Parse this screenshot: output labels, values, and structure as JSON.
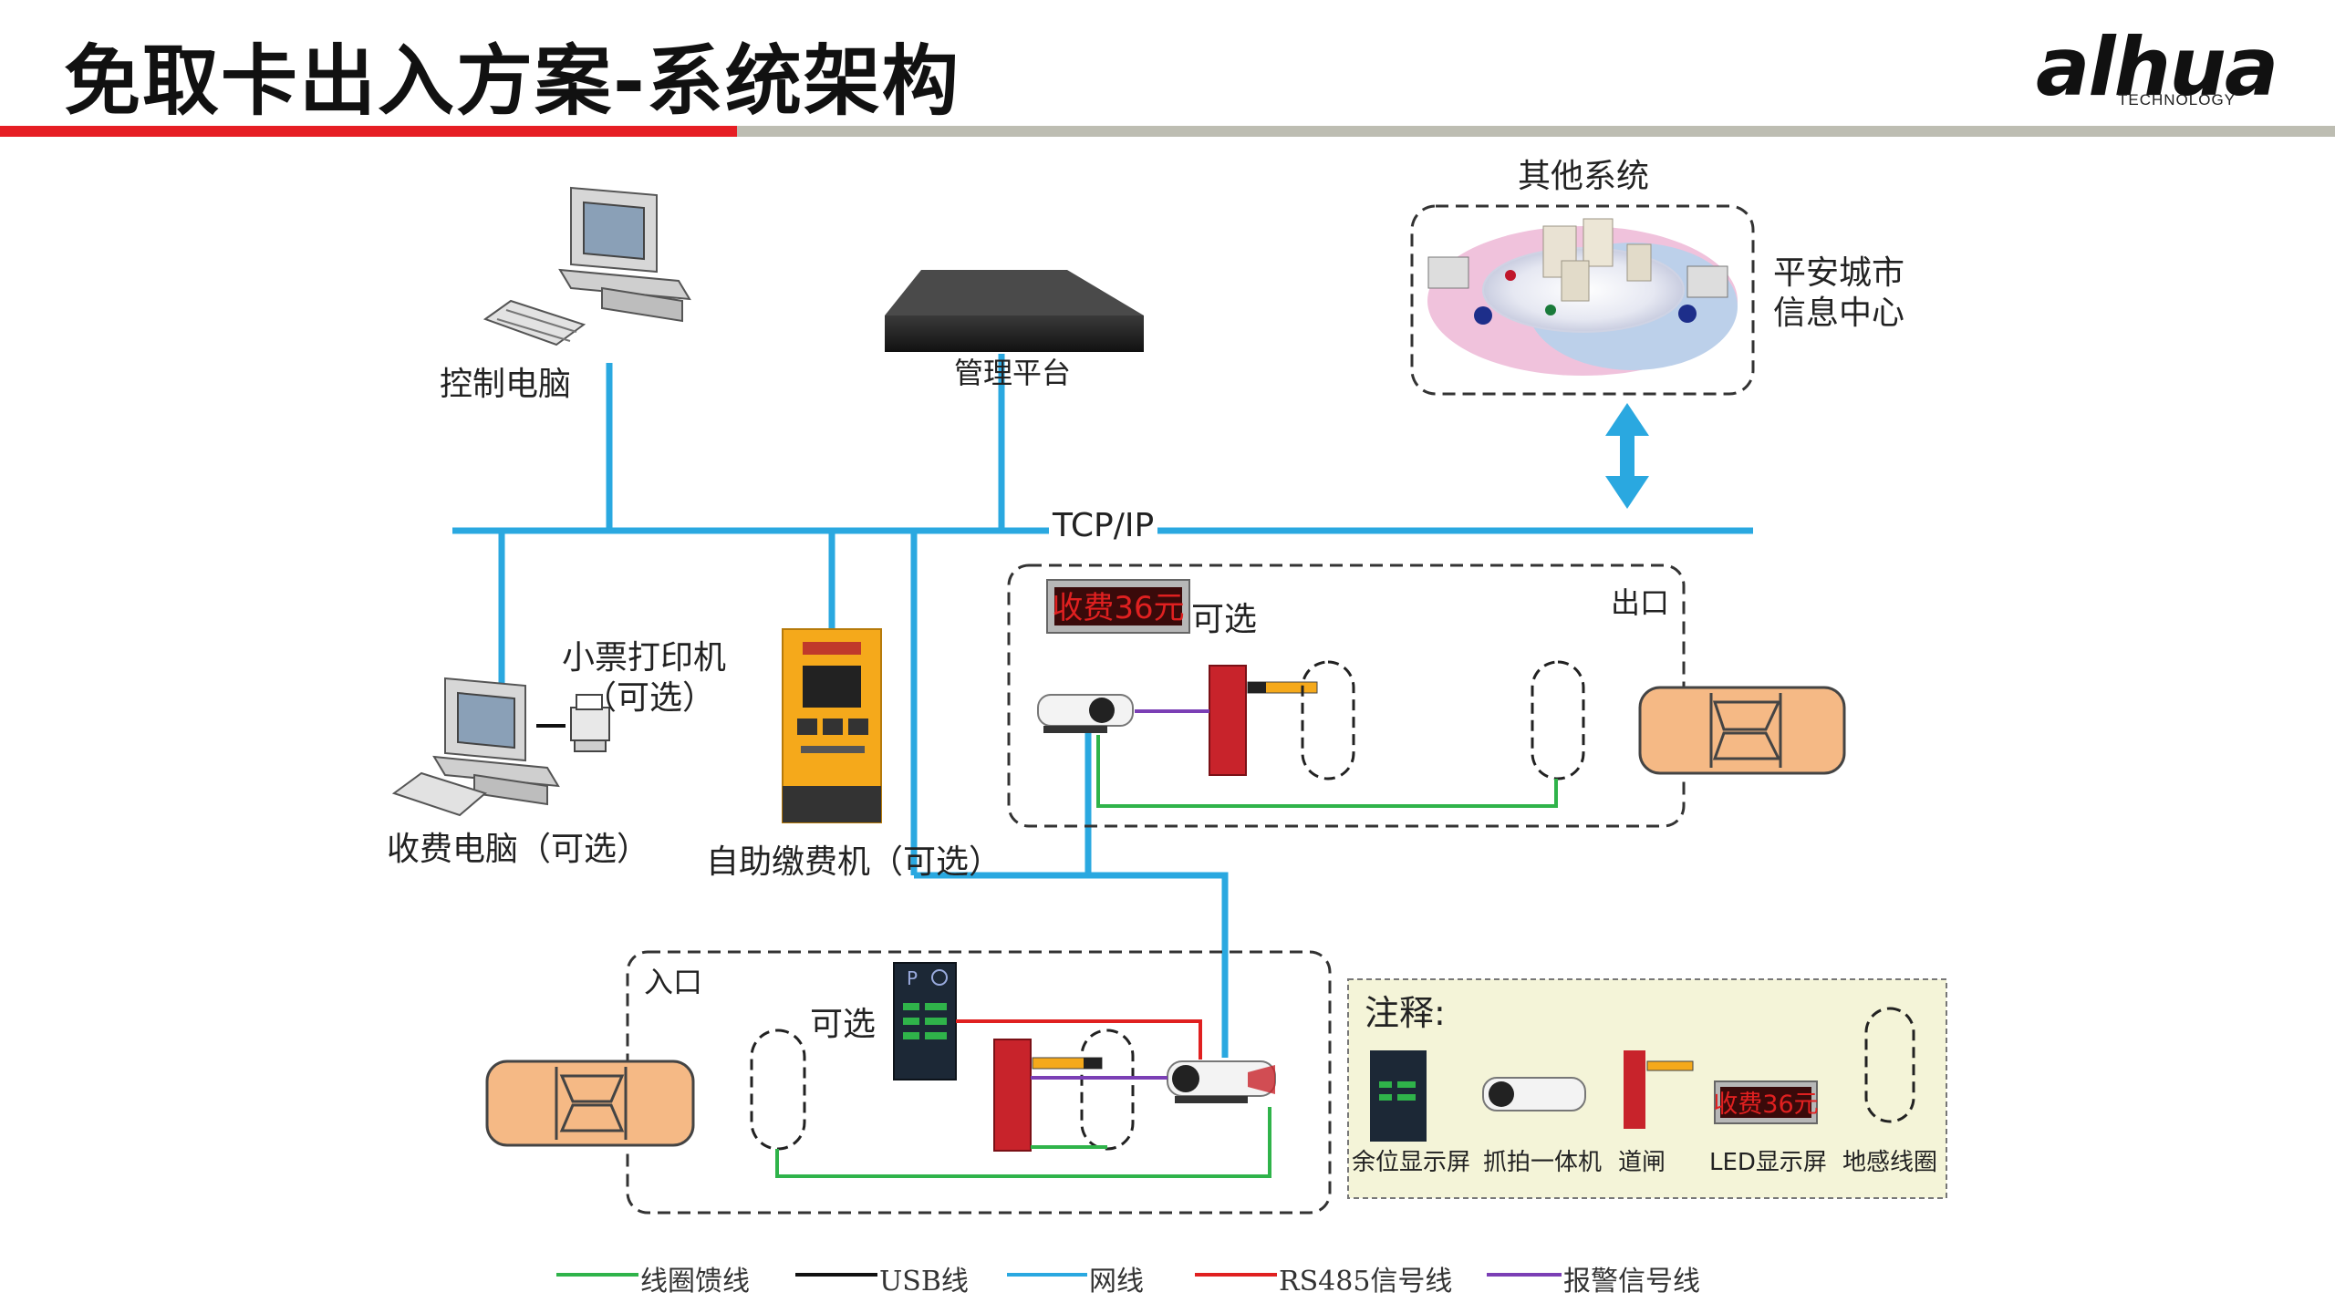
{
  "header": {
    "title": "免取卡出入方案-系统架构",
    "logo_text": "alhua",
    "logo_sub": "TECHNOLOGY"
  },
  "nodes": {
    "control_pc": "控制电脑",
    "mgmt_platform": "管理平台",
    "other_systems": "其他系统",
    "safe_city_line1": "平安城市",
    "safe_city_line2": "信息中心",
    "network": "TCP/IP",
    "receipt_printer_line1": "小票打印机",
    "receipt_printer_line2": "（可选）",
    "fee_pc": "收费电脑（可选）",
    "self_pay": "自助缴费机（可选）",
    "exit_zone": "出口",
    "entry_zone": "入口",
    "optional_exit": "可选",
    "optional_entry": "可选",
    "led_text": "收费36元"
  },
  "notes": {
    "title": "注释:",
    "items": [
      {
        "label": "余位显示屏"
      },
      {
        "label": "抓拍一体机"
      },
      {
        "label": "道闸"
      },
      {
        "label": "LED显示屏"
      },
      {
        "label": "地感线圈"
      }
    ]
  },
  "legend": [
    {
      "label": "线圈馈线",
      "color": "#2fb34a"
    },
    {
      "label": "USB线",
      "color": "#111111"
    },
    {
      "label": "网线",
      "color": "#2aa8e0"
    },
    {
      "label": "RS485信号线",
      "color": "#e02020"
    },
    {
      "label": "报警信号线",
      "color": "#7b3fb5"
    }
  ],
  "colors": {
    "network": "#2aa8e0",
    "brand_red": "#e61e24",
    "car": "#f5b985",
    "notes_bg": "#f4f4d8"
  }
}
